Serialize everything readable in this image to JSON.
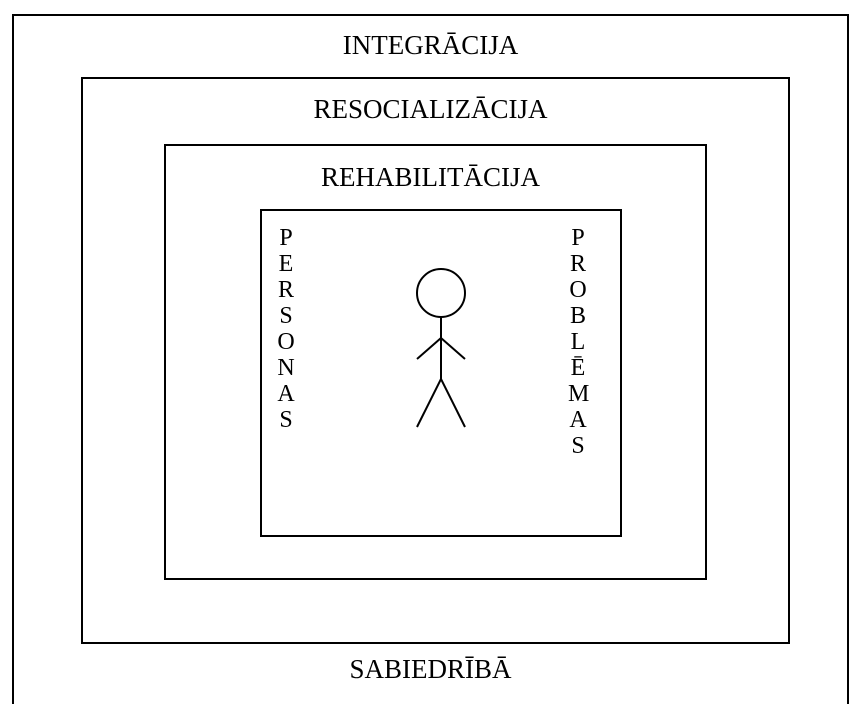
{
  "diagram": {
    "outer_label": "INTEGRĀCIJA",
    "resocialization_label": "RESOCIALIZĀCIJA",
    "rehabilitation_label": "REHABILITĀCIJA",
    "society_label": "SABIEDRĪBĀ",
    "left_vertical": [
      "P",
      "E",
      "R",
      "S",
      "O",
      "N",
      "A",
      "S"
    ],
    "right_vertical": [
      "P",
      "R",
      "O",
      "B",
      "L",
      "Ē",
      "M",
      "A",
      "S"
    ],
    "figure_icon": "stick-figure-icon",
    "line_color": "#000000",
    "background_color": "#ffffff"
  }
}
